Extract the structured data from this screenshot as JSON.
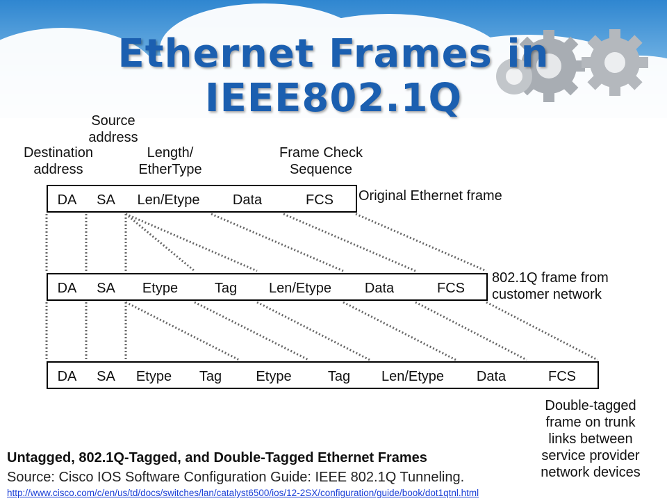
{
  "title": {
    "line1": "Ethernet Frames in",
    "line2": "IEEE802.1Q"
  },
  "labels": {
    "source_address": [
      "Source",
      "address"
    ],
    "destination_address": [
      "Destination",
      "address"
    ],
    "length_ethertype": [
      "Length/",
      "EtherType"
    ],
    "frame_check_sequence": [
      "Frame Check",
      "Sequence"
    ]
  },
  "rows": {
    "original": {
      "fields": [
        "DA",
        "SA",
        "Len/Etype",
        "Data",
        "FCS"
      ],
      "label": [
        "Original Ethernet frame"
      ]
    },
    "tagged": {
      "fields": [
        "DA",
        "SA",
        "Etype",
        "Tag",
        "Len/Etype",
        "Data",
        "FCS"
      ],
      "label": [
        "802.1Q frame from",
        "customer network"
      ]
    },
    "double_tagged": {
      "fields": [
        "DA",
        "SA",
        "Etype",
        "Tag",
        "Etype",
        "Tag",
        "Len/Etype",
        "Data",
        "FCS"
      ],
      "label": [
        "Double-tagged",
        "frame on trunk",
        "links between",
        "service provider",
        "network devices"
      ]
    }
  },
  "caption": {
    "title": "Untagged, 802.1Q-Tagged, and Double-Tagged Ethernet Frames",
    "source": "Source: Cisco IOS Software Configuration Guide: IEEE 802.1Q Tunneling.",
    "url": "http://www.cisco.com/c/en/us/td/docs/switches/lan/catalyst6500/ios/12-2SX/configuration/guide/book/dot1qtnl.html"
  },
  "colors": {
    "title": "#1b5fb0",
    "sky": "#5fa8e0",
    "cloud": "#ffffff",
    "gear": "#9aa0a6",
    "link": "#1a3fd6"
  },
  "icons": [
    "cloud-icon",
    "gear-icon"
  ]
}
